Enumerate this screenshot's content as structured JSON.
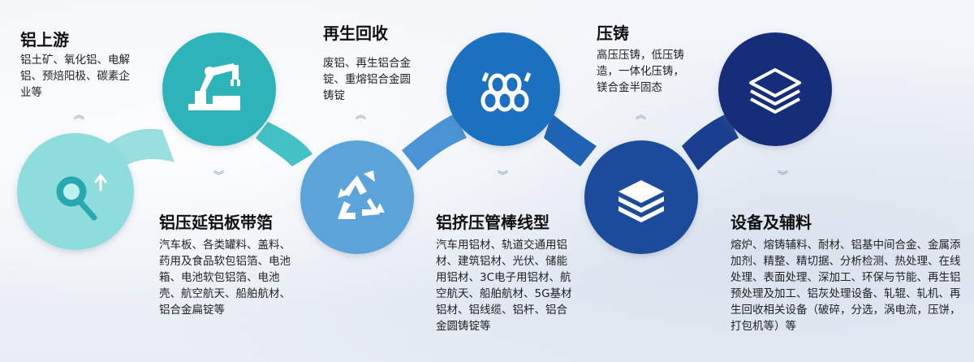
{
  "stages": [
    {
      "id": "upstream",
      "title": "铝上游",
      "desc": "铝土矿、氧化铝、电解铝、预焙阳极、碳素企业等",
      "icon": "search-growth-icon",
      "color": "#8fdcdc"
    },
    {
      "id": "rolling",
      "title": "铝压延铝板带箔",
      "desc": "汽车板、各类罐料、盖料、药用及食品软包铝箔、电池箱、电池软包铝箔、电池壳、航空航天、船舶航材、铝合金扁锭等",
      "icon": "robot-arm-icon",
      "color": "#2fb3b8"
    },
    {
      "id": "recycling",
      "title": "再生回收",
      "desc": "废铝、再生铝合金锭、重熔铝合金圆铸锭",
      "icon": "recycle-icon",
      "color": "#5ba3d9"
    },
    {
      "id": "extrusion",
      "title": "铝挤压管棒线型",
      "desc": "汽车用铝材、轨道交通用铝材、建筑铝材、光伏、储能用铝材、3C电子用铝材、航空航天、船舶航材、5G基材铝材、铝线缆、铝杆、铝合金圆铸锭等",
      "icon": "pipes-icon",
      "color": "#1f6fc0"
    },
    {
      "id": "casting",
      "title": "压铸",
      "desc": "高压压铸，低压铸造，一体化压铸，镁合金半固态",
      "icon": "stacked-sheets-icon",
      "color": "#1c4c9c"
    },
    {
      "id": "equipment",
      "title": "设备及辅料",
      "desc": "熔炉、熔铸辅料、耐材、铝基中间合金、金属添加剂、精整、精切据、分析检测、热处理、在线处理、表面处理、深加工、环保与节能、再生铝预处理及加工、铝灰处理设备、轧辊、轧机、再生回收相关设备（破碎，分选，涡电流，压饼，打包机等）等",
      "icon": "layers-icon",
      "color": "#142f7a"
    }
  ]
}
